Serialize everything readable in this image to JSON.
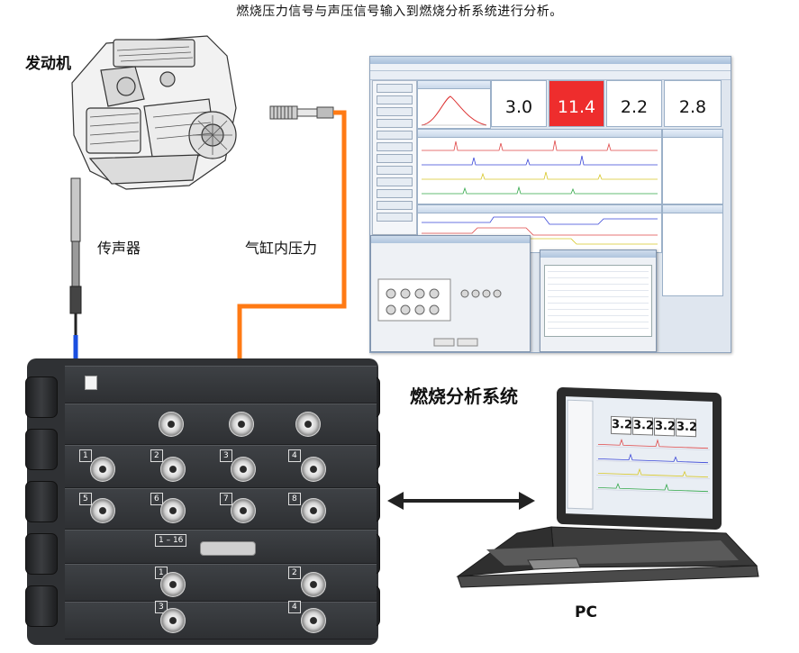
{
  "title": "燃烧压力信号与声压信号输入到燃烧分析系统进行分析。",
  "labels": {
    "engine": "发动机",
    "microphone": "传声器",
    "cylinder_pressure": "气缸内压力",
    "analysis_system": "燃烧分析系统",
    "pc": "PC"
  },
  "software": {
    "values": [
      "3.0",
      "11.4",
      "2.2",
      "2.8"
    ],
    "highlight_color": "#ee2d2d"
  },
  "laptop": {
    "values": [
      "3.2",
      "3.2",
      "3.2",
      "3.2"
    ]
  },
  "hardware": {
    "channels_row1": [
      "1",
      "2",
      "3",
      "4"
    ],
    "channels_row2": [
      "5",
      "6",
      "7",
      "8"
    ],
    "channel_range": "1 – 16",
    "channels_low": [
      "1",
      "2"
    ],
    "channels_bottom": [
      "3",
      "4"
    ]
  },
  "colors": {
    "microphone_line": "#1a4fe0",
    "pressure_line": "#ff7a14",
    "arrow": "#222222"
  }
}
